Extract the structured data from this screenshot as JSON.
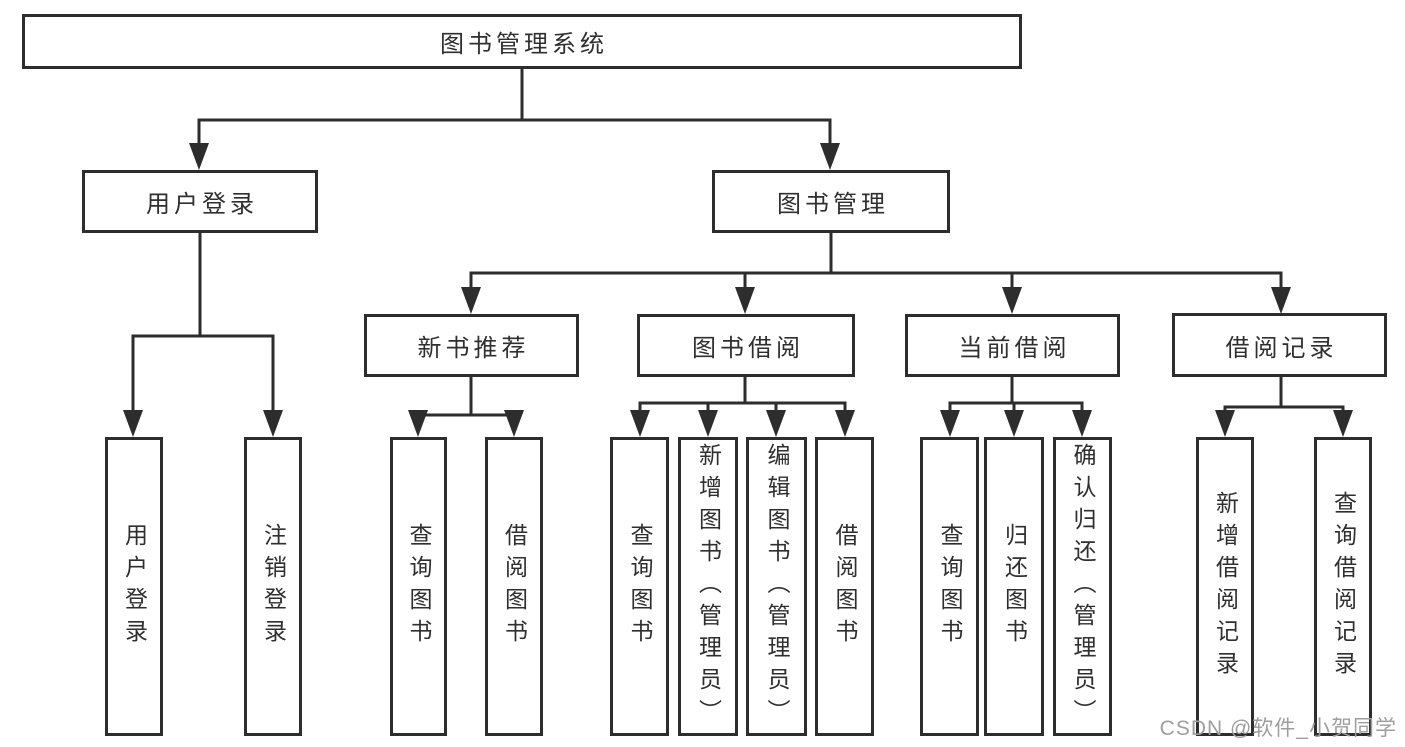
{
  "diagram_title": "图书管理系统",
  "tree": {
    "label": "图书管理系统",
    "children": [
      {
        "label": "用户登录",
        "children": [
          {
            "label": "用户登录"
          },
          {
            "label": "注销登录"
          }
        ]
      },
      {
        "label": "图书管理",
        "children": [
          {
            "label": "新书推荐",
            "children": [
              {
                "label": "查询图书"
              },
              {
                "label": "借阅图书"
              }
            ]
          },
          {
            "label": "图书借阅",
            "children": [
              {
                "label": "查询图书"
              },
              {
                "label": "新增图书（管理员）"
              },
              {
                "label": "编辑图书（管理员）"
              },
              {
                "label": "借阅图书"
              }
            ]
          },
          {
            "label": "当前借阅",
            "children": [
              {
                "label": "查询图书"
              },
              {
                "label": "归还图书"
              },
              {
                "label": "确认归还（管理员）"
              }
            ]
          },
          {
            "label": "借阅记录",
            "children": [
              {
                "label": "新增借阅记录"
              },
              {
                "label": "查询借阅记录"
              }
            ]
          }
        ]
      }
    ]
  },
  "watermark": "CSDN @软件_小贺同学",
  "colors": {
    "line": "#2d2d2d",
    "text": "#2f2f2f",
    "background": "#ffffff",
    "watermark": "#9e9e9e"
  }
}
